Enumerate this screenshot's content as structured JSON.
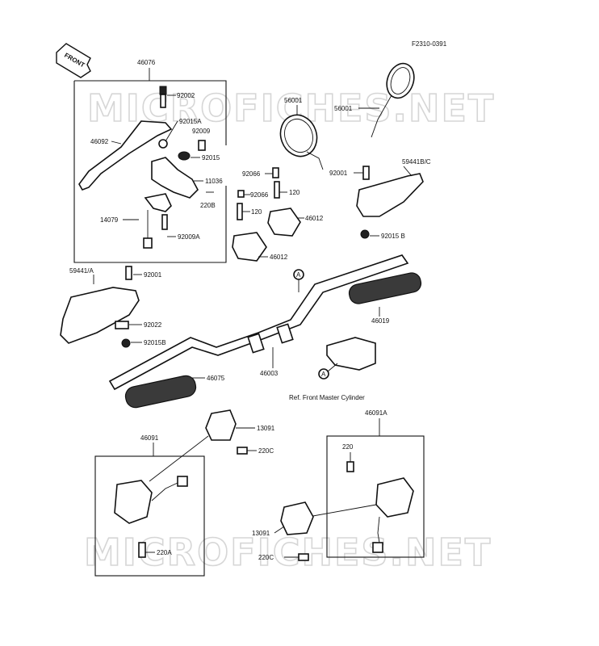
{
  "diagram_code": "F2310-0391",
  "front_label": "FRONT",
  "watermark": "MICROFICHES.NET",
  "reference_note": "Ref. Front Master Cylinder",
  "callout": "A",
  "labels": {
    "p46076": "46076",
    "p92002": "92002",
    "p92015A": "92015A",
    "p46092": "46092",
    "p92009": "92009",
    "p92015": "92015",
    "p11036": "11036",
    "p220B": "220B",
    "p14079": "14079",
    "p92009A": "92009A",
    "p56001a": "56001",
    "p56001b": "56001",
    "p92066a": "92066",
    "p92066b": "92066",
    "p120a": "120",
    "p120b": "120",
    "p46012a": "46012",
    "p46012b": "46012",
    "p92001a": "92001",
    "p59441BC": "59441B/C",
    "p92015B_r": "92015 B",
    "p59441A": "59441/A",
    "p92001b": "92001",
    "p92022": "92022",
    "p92015B_l": "92015B",
    "p46019": "46019",
    "p46075": "46075",
    "p46003": "46003",
    "p13091a": "13091",
    "p220C_a": "220C",
    "p46091": "46091",
    "p220A": "220A",
    "p46091A": "46091A",
    "p220": "220",
    "p13091b": "13091",
    "p220C_b": "220C"
  }
}
